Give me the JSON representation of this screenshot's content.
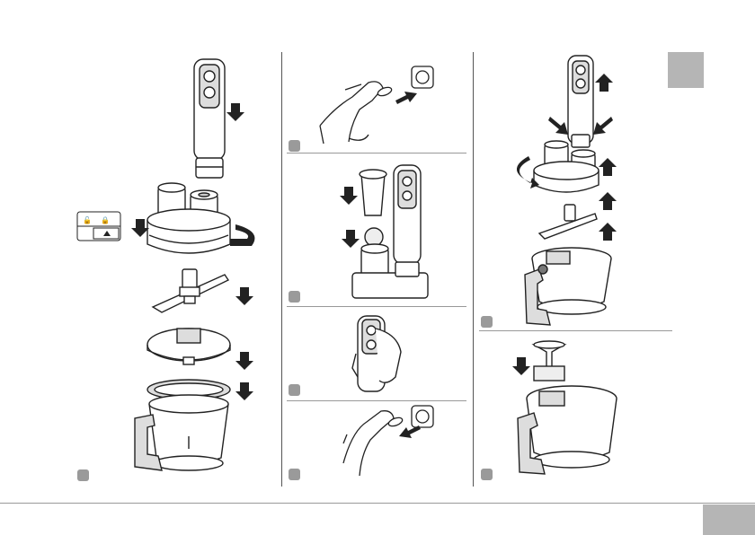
{
  "document": {
    "type": "instruction-manual-page",
    "columns": 3,
    "steps": [
      {
        "column": 1,
        "panel": 1,
        "marker": "",
        "action": "assemble-chopper-bowl"
      },
      {
        "column": 2,
        "panel": 1,
        "marker": "",
        "action": "plug-in"
      },
      {
        "column": 2,
        "panel": 2,
        "marker": "",
        "action": "insert-pusher-and-food"
      },
      {
        "column": 2,
        "panel": 3,
        "marker": "",
        "action": "hold-and-press-button"
      },
      {
        "column": 2,
        "panel": 4,
        "marker": "",
        "action": "unplug"
      },
      {
        "column": 3,
        "panel": 1,
        "marker": "",
        "action": "disassemble"
      },
      {
        "column": 3,
        "panel": 2,
        "marker": "",
        "action": "use-pusher"
      }
    ],
    "lock_icons": {
      "unlocked": "unlock-icon",
      "locked": "lock-icon",
      "arrow": "up-triangle"
    },
    "language_tab": {
      "text": ""
    },
    "page_number": {
      "text": ""
    },
    "colors": {
      "line": "#222222",
      "marker": "#9a9a9a",
      "tab": "#b5b5b5"
    }
  }
}
